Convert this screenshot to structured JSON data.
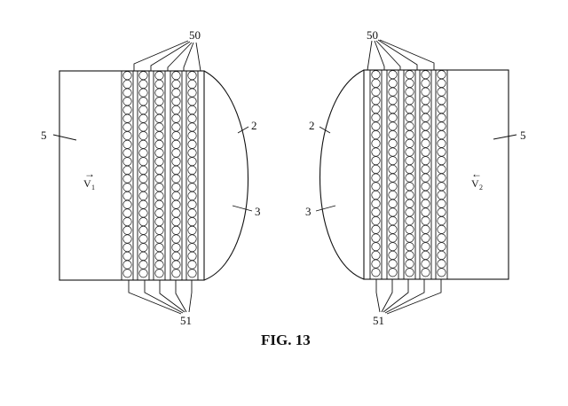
{
  "figure": {
    "caption": "FIG. 13",
    "left_part": {
      "body_label": "5",
      "lens_label": "2",
      "lens_fill_label": "3",
      "top_label": "50",
      "bottom_label": "51",
      "velocity": {
        "symbol": "V",
        "subscript": "1",
        "arrow": "→"
      }
    },
    "right_part": {
      "body_label": "5",
      "lens_label": "2",
      "lens_fill_label": "3",
      "top_label": "50",
      "bottom_label": "51",
      "velocity": {
        "symbol": "V",
        "subscript": "2",
        "arrow": "←"
      }
    },
    "colors": {
      "ink": "#111111",
      "background": "#ffffff"
    }
  }
}
